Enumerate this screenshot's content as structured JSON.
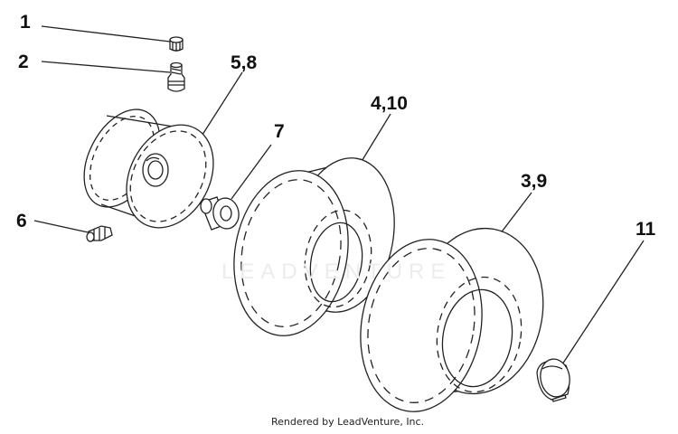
{
  "callouts": {
    "c1": "1",
    "c2": "2",
    "c58": "5,8",
    "c7": "7",
    "c410": "4,10",
    "c39": "3,9",
    "c6": "6",
    "c11": "11"
  },
  "watermark": "LEADVENTURE",
  "footer": "Rendered by LeadVenture, Inc."
}
